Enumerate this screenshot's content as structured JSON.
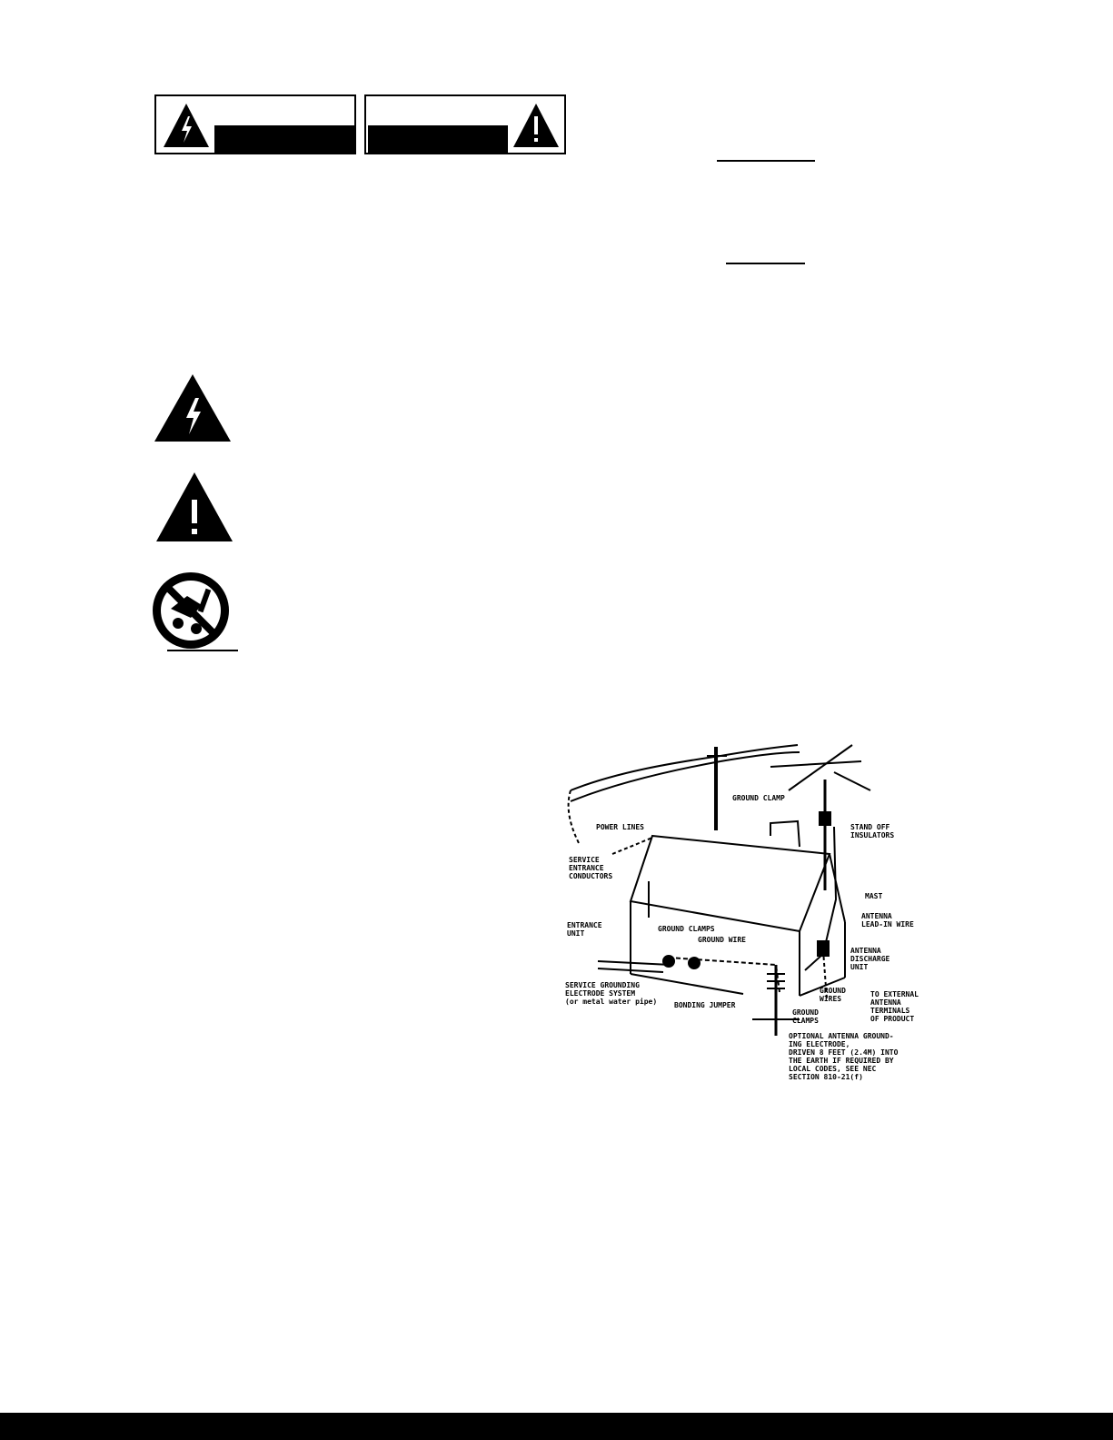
{
  "diagram": {
    "labels": {
      "ground_clamp": "GROUND CLAMP",
      "power_lines": "POWER LINES",
      "stand_off": "STAND OFF\nINSULATORS",
      "service_entrance": "SERVICE\nENTRANCE\nCONDUCTORS",
      "mast": "MAST",
      "antenna_lead": "ANTENNA\nLEAD-IN WIRE",
      "entrance": "ENTRANCE\nUNIT",
      "ground_clamps": "GROUND CLAMPS",
      "ground_wire_1": "GROUND WIRE",
      "discharge_unit": "ANTENNA\nDISCHARGE\nUNIT",
      "service_grounding": "SERVICE GROUNDING\nELECTRODE SYSTEM\n(or metal water pipe)",
      "bonding_jumper": "BONDING JUMPER",
      "ground_wires": "GROUND\nWIRES",
      "to_external": "TO EXTERNAL\nANTENNA\nTERMINALS\nOF PRODUCT",
      "ground_clamp_2": "GROUND\nCLAMPS",
      "optional": "OPTIONAL ANTENNA GROUND-\nING ELECTRODE,\nDRIVEN 8 FEET (2.4M) INTO\nTHE EARTH IF REQUIRED BY\nLOCAL CODES, SEE NEC\nSECTION 810-21(f)"
    }
  }
}
